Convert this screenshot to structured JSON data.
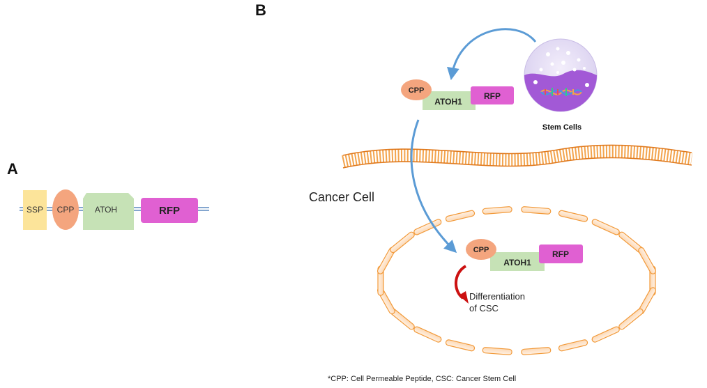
{
  "panels": {
    "a": "A",
    "b": "B"
  },
  "construct_a": {
    "ssp": "SSP",
    "cpp": "CPP",
    "atoh": "ATOH",
    "rfp": "RFP"
  },
  "upper_complex": {
    "cpp": "CPP",
    "atoh1": "ATOH1",
    "rfp": "RFP"
  },
  "stem_cells": {
    "label": "Stem Cells"
  },
  "cancer_cell": {
    "label": "Cancer Cell"
  },
  "nuclear_complex": {
    "cpp": "CPP",
    "atoh1": "ATOH1",
    "rfp": "RFP"
  },
  "differentiation": {
    "line1": "Differentiation",
    "line2": "of CSC"
  },
  "footnote": "*CPP: Cell Permeable Peptide, CSC: Cancer Stem Cell",
  "colors": {
    "ssp": "#FCE49A",
    "cpp": "#F4A57E",
    "atoh": "#C6E2B6",
    "rfp": "#E060D2",
    "linker": "#5B88BF",
    "arrow": "#5B9BD5",
    "membrane": "#F29A3A",
    "red_arrow": "#CC1111",
    "stem_cell": "#A259D6"
  }
}
